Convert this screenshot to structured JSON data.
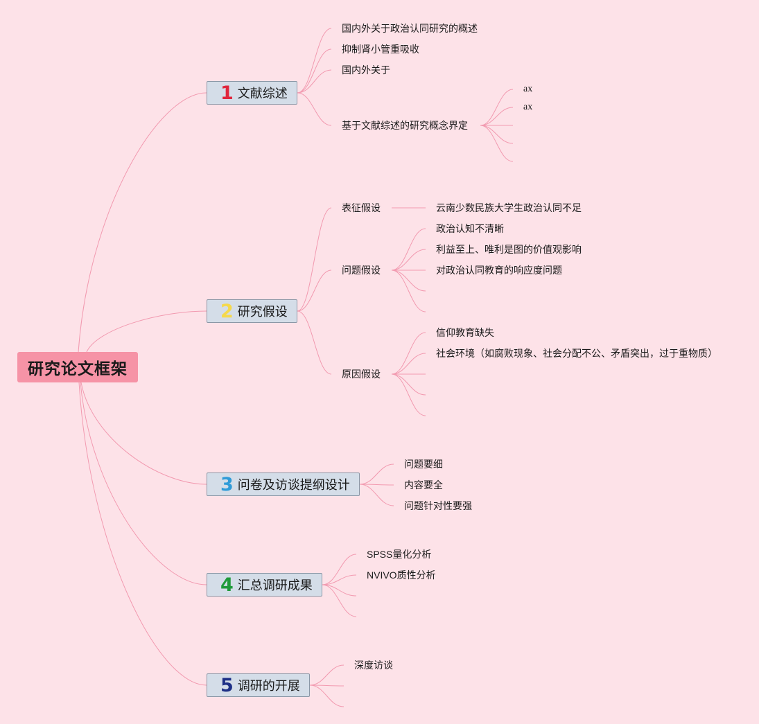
{
  "root": "研究论文框架",
  "colors": {
    "background": "#fde2e8",
    "root": "#f693a6",
    "line": "#f29ab0",
    "node_fill": "#d4dde8"
  },
  "branches": [
    {
      "number": "1",
      "number_color": "#e0263d",
      "label": "文献综述",
      "children": [
        {
          "label": "国内外关于政治认同研究的概述",
          "children": []
        },
        {
          "label": "抑制肾小管重吸收",
          "children": []
        },
        {
          "label": "国内外关于",
          "children": []
        },
        {
          "label": "基于文献综述的研究概念界定",
          "children": [
            "ax",
            "ax",
            "",
            "",
            ""
          ]
        }
      ]
    },
    {
      "number": "2",
      "number_color": "#f5d94c",
      "label": "研究假设",
      "children": [
        {
          "label": "表征假设",
          "children": [
            "云南少数民族大学生政治认同不足"
          ]
        },
        {
          "label": "问题假设",
          "children": [
            "政治认知不清晰",
            "利益至上、唯利是图的价值观影响",
            "对政治认同教育的响应度问题",
            "",
            ""
          ]
        },
        {
          "label": "原因假设",
          "children": [
            "信仰教育缺失",
            "社会环境（如腐败现象、社会分配不公、矛盾突出，过于重物质）",
            "",
            "",
            ""
          ]
        }
      ]
    },
    {
      "number": "3",
      "number_color": "#2f9bd8",
      "label": "问卷及访谈提纲设计",
      "children": [
        {
          "label": "问题要细",
          "children": []
        },
        {
          "label": "内容要全",
          "children": []
        },
        {
          "label": "问题针对性要强",
          "children": []
        }
      ]
    },
    {
      "number": "4",
      "number_color": "#1f9a3a",
      "label": "汇总调研成果",
      "children": [
        {
          "label": "SPSS量化分析",
          "children": []
        },
        {
          "label": "NVIVO质性分析",
          "children": []
        },
        {
          "label": "",
          "children": []
        },
        {
          "label": "",
          "children": []
        }
      ]
    },
    {
      "number": "5",
      "number_color": "#1d2f86",
      "label": "调研的开展",
      "children": [
        {
          "label": "深度访谈",
          "children": []
        },
        {
          "label": "",
          "children": []
        },
        {
          "label": "",
          "children": []
        }
      ]
    }
  ]
}
